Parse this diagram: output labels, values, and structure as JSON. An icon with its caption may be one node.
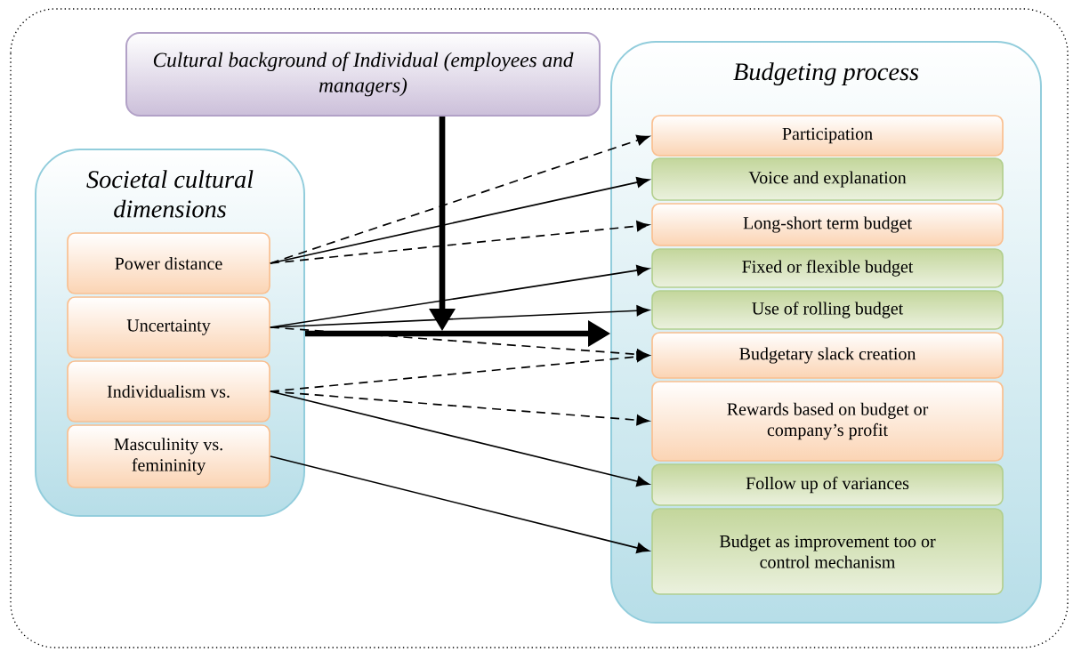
{
  "diagram": {
    "nodes": [
      {
        "text": [
          "Cultural background of Individual (employees and managers)"
        ]
      },
      {
        "text": [
          "Societal cultural dimensions"
        ]
      },
      {
        "text": [
          "Power distance"
        ],
        "in": 1
      },
      {
        "text": [
          "Uncertainty"
        ],
        "in": 1
      },
      {
        "text": [
          "Individualism vs."
        ],
        "in": 1
      },
      {
        "text": [
          "Masculinity vs. femininity"
        ],
        "in": 1
      },
      {
        "text": [
          "Budgeting process"
        ]
      },
      {
        "text": [
          "Participation"
        ],
        "in": 6
      },
      {
        "text": [
          "Voice and explanation"
        ],
        "in": 6
      },
      {
        "text": [
          "Long-short term budget"
        ],
        "in": 6
      },
      {
        "text": [
          "Fixed or flexible budget"
        ],
        "in": 6
      },
      {
        "text": [
          "Use of rolling budget"
        ],
        "in": 6
      },
      {
        "text": [
          "Budgetary slack creation"
        ],
        "in": 6
      },
      {
        "text": [
          "Rewards based on budget or company’s profit"
        ],
        "in": 6
      },
      {
        "text": [
          "Follow up of variances"
        ],
        "in": 6
      },
      {
        "text": [
          "Budget as improvement too or control mechanism"
        ],
        "in": 6
      }
    ],
    "edges": [
      {
        "from": 2,
        "to": 7,
        "arrow": "to",
        "style": "dashed"
      },
      {
        "from": 2,
        "to": 8,
        "arrow": "to"
      },
      {
        "from": 2,
        "to": 9,
        "arrow": "to",
        "style": "dashed"
      },
      {
        "from": 3,
        "to": 10,
        "arrow": "to"
      },
      {
        "from": 3,
        "to": 11,
        "arrow": "to"
      },
      {
        "from": 3,
        "to": 12,
        "arrow": "to",
        "style": "dashed"
      },
      {
        "from": 4,
        "to": 12,
        "arrow": "to",
        "style": "dashed"
      },
      {
        "from": 4,
        "to": 13,
        "arrow": "to",
        "style": "dashed"
      },
      {
        "from": 4,
        "to": 14,
        "arrow": "to"
      },
      {
        "from": 5,
        "to": 15,
        "arrow": "to"
      },
      {
        "from": 1,
        "to": 6,
        "arrow": "to",
        "style": "thick"
      },
      {
        "from": 0,
        "to": null,
        "arrow": "to",
        "style": "thick"
      }
    ]
  }
}
